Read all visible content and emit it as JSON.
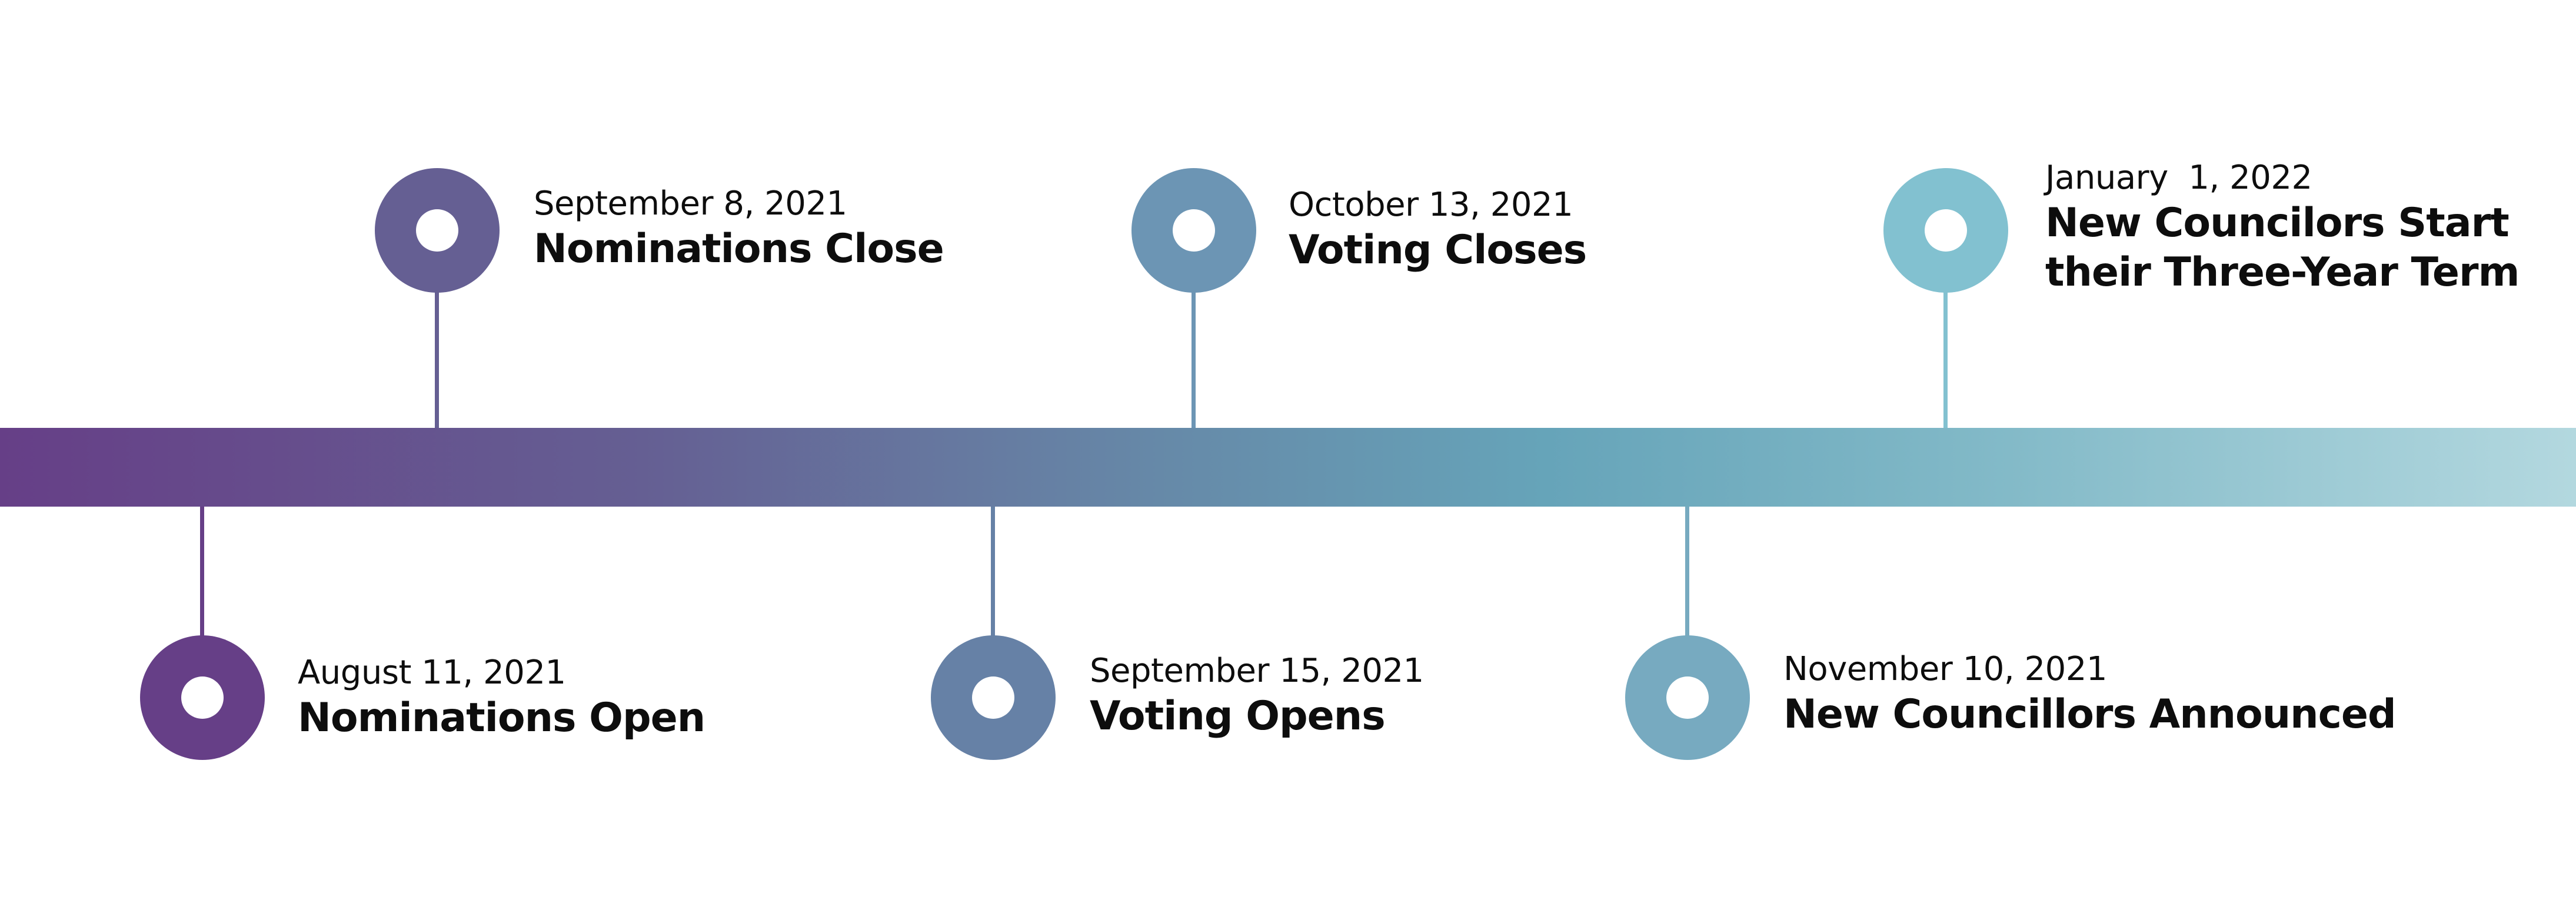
{
  "colors": {
    "aug": "#663f87",
    "sep8": "#655f93",
    "sep15": "#6681a6",
    "oct": "#6c95b4",
    "nov": "#77aac0",
    "jan": "#82c1d0"
  },
  "events": [
    {
      "date": "August 11, 2021",
      "title": "Nominations Open"
    },
    {
      "date": "September 8, 2021",
      "title": "Nominations Close"
    },
    {
      "date": "September 15, 2021",
      "title": "Voting Opens"
    },
    {
      "date": "October 13, 2021",
      "title": "Voting Closes"
    },
    {
      "date": "November 10, 2021",
      "title": "New Councillors Announced"
    },
    {
      "date": "January  1, 2022",
      "title_line1": "New Councilors Start",
      "title_line2": "their Three-Year Term"
    }
  ]
}
